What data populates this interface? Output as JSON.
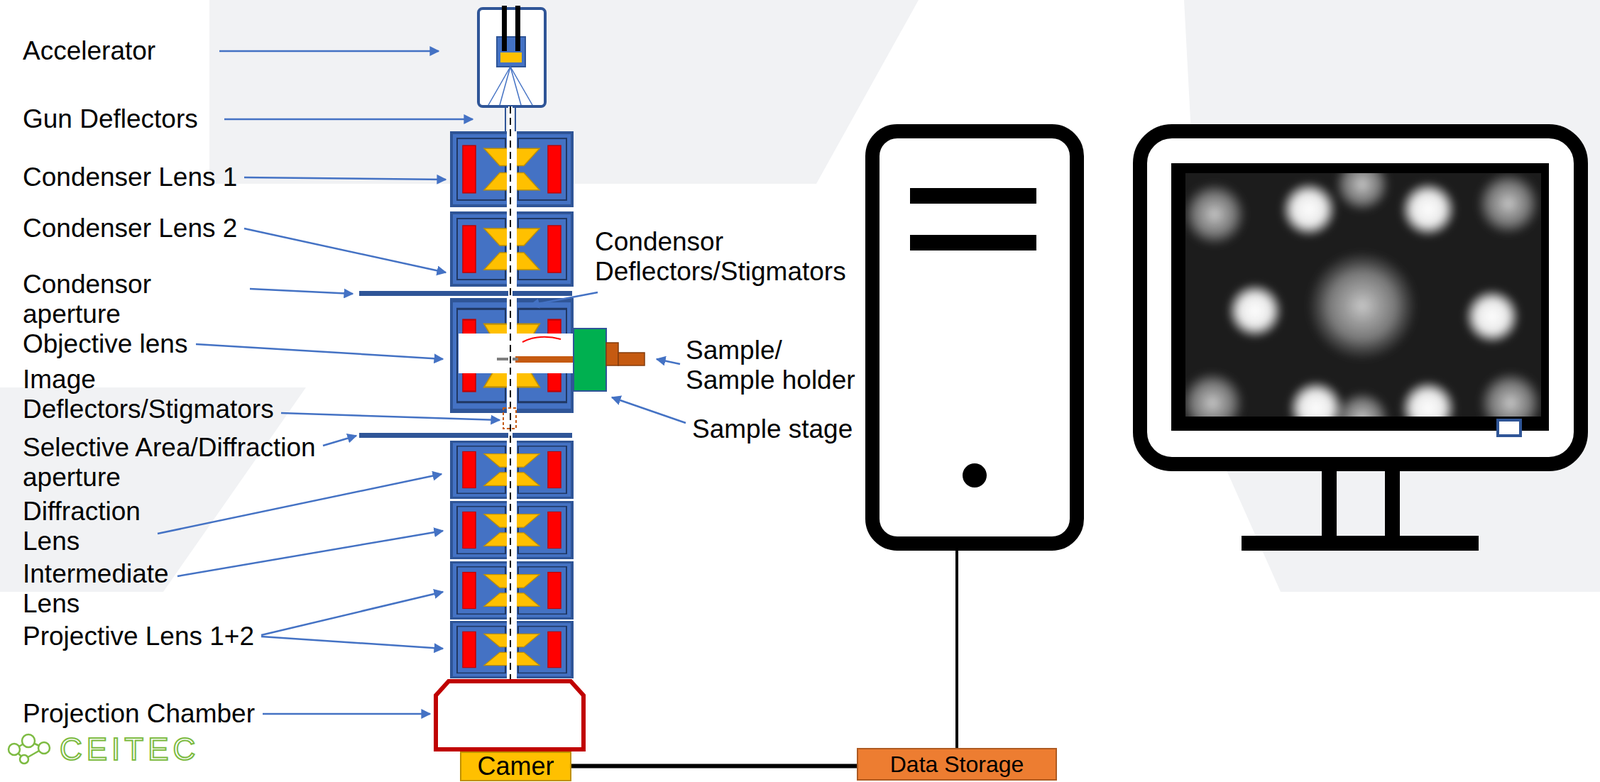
{
  "diagram": {
    "nodes": [
      {
        "text": [
          "Camer"
        ]
      },
      {
        "text": [
          "Data Storage"
        ]
      }
    ],
    "edges": [
      {
        "from": 0,
        "to": 1,
        "arrow": "none"
      }
    ],
    "labels": [
      "Accelerator",
      "Gun Deflectors",
      "Condenser Lens 1",
      "Condenser Lens 2",
      "Condensor aperture",
      "Objective lens",
      "Image Deflectors/Stigmators",
      "Selective Area/Diffraction aperture",
      "Diffraction Lens",
      "Intermediate Lens",
      "Projective Lens 1+2",
      "Projection Chamber",
      "Condensor Deflectors/Stigmators",
      "Sample/ Sample holder",
      "Sample stage",
      "CEITEC"
    ]
  }
}
